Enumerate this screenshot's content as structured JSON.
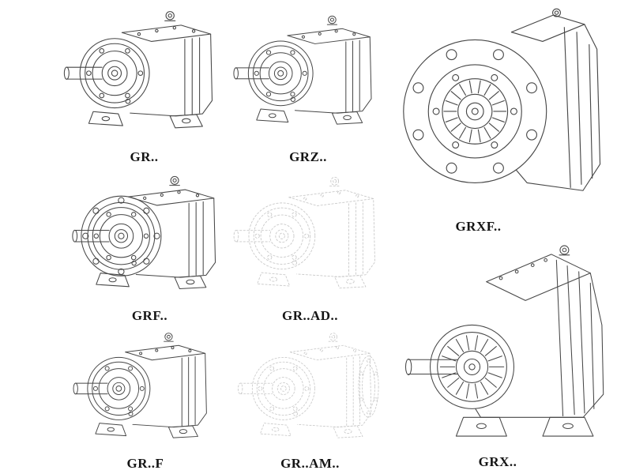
{
  "page": {
    "background": "#ffffff",
    "line_color": "#474747",
    "phantom_line_color": "#c9c9c9"
  },
  "figures": [
    {
      "id": "gr",
      "label": "GR..",
      "drawing": "foot-mounted-helical-gearbox-side-view",
      "style": "solid"
    },
    {
      "id": "grz",
      "label": "GRZ..",
      "drawing": "foot-mounted-helical-gearbox-side-view",
      "style": "solid"
    },
    {
      "id": "grxf",
      "label": "GRXF..",
      "drawing": "flange-mounted-gearbox-front-view",
      "style": "solid"
    },
    {
      "id": "grf",
      "label": "GRF..",
      "drawing": "flange-gearbox-side-view",
      "style": "solid"
    },
    {
      "id": "grad",
      "label": "GR..AD..",
      "drawing": "input-adapter-gearbox-side-view",
      "style": "phantom"
    },
    {
      "id": "grx",
      "label": "GRX..",
      "drawing": "foot-mounted-gearbox-front-view",
      "style": "solid"
    },
    {
      "id": "grf2",
      "label": "GR..F",
      "drawing": "foot-mounted-helical-gearbox-side-view",
      "style": "solid"
    },
    {
      "id": "gram",
      "label": "GR..AM..",
      "drawing": "output-flange-gearbox-side-view",
      "style": "phantom"
    }
  ]
}
